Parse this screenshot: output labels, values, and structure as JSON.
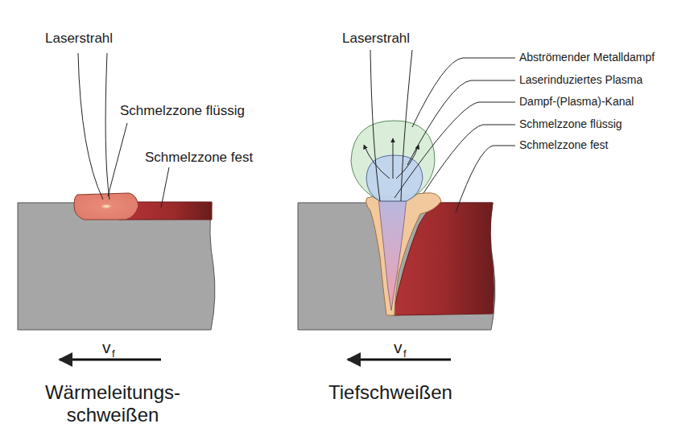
{
  "diagram": {
    "labels": [
      "Laserstrahl",
      "Schmelzzone flüssig",
      "Schmelzzone fest",
      "v",
      "f",
      "Wärmeleitungs- schweißen",
      "Laserstrahl",
      "Abströmender Metalldampf",
      "Laserinduziertes Plasma",
      "Dampf-(Plasma)-Kanal",
      "Schmelzzone flüssig",
      "Schmelzzone fest",
      "v",
      "f",
      "Tiefschweißen"
    ]
  }
}
